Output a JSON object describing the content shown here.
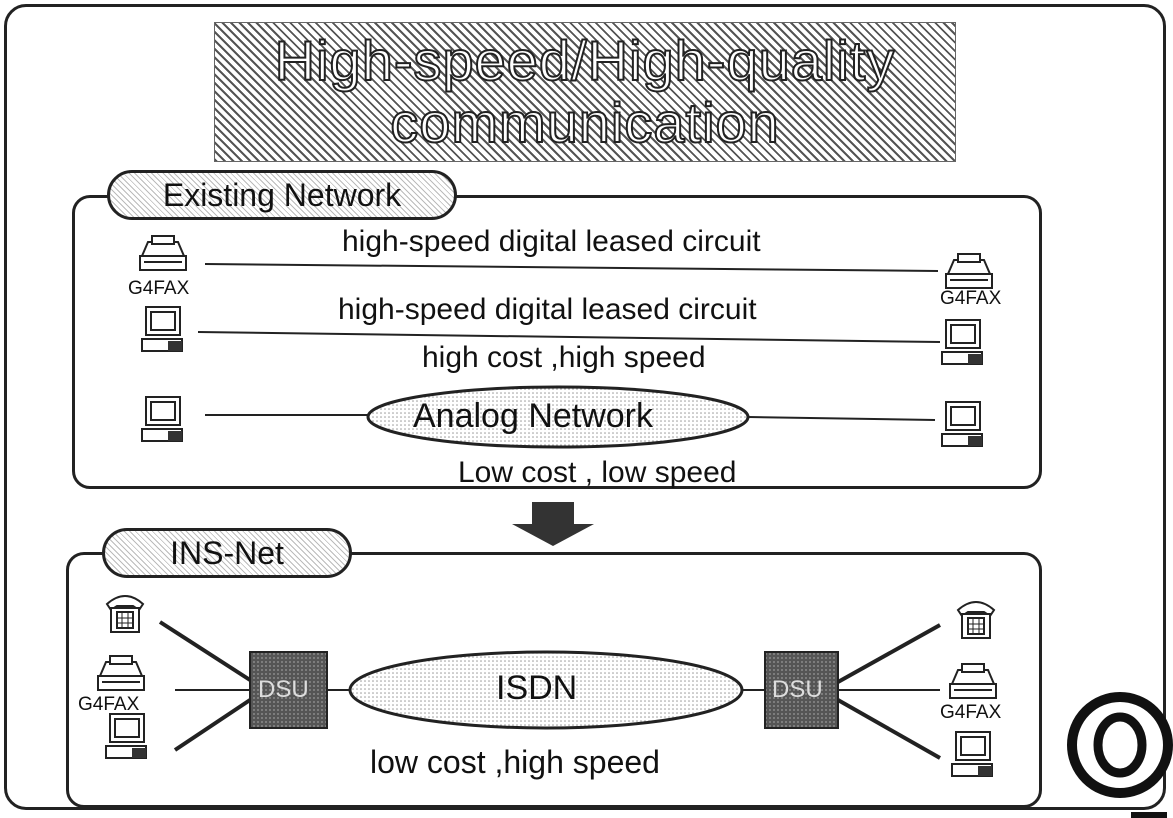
{
  "title": {
    "line1": "High-speed/High-quality",
    "line2": "communication"
  },
  "existing": {
    "label": "Existing Network",
    "fax_label_left": "G4FAX",
    "fax_label_right": "G4FAX",
    "line1_label": "high-speed digital leased circuit",
    "line2_label": "high-speed digital leased circuit",
    "line2_note": "high cost ,high speed",
    "analog_label": "Analog Network",
    "analog_note": "Low cost , low speed"
  },
  "ins": {
    "label": "INS-Net",
    "fax_label_left": "G4FAX",
    "fax_label_right": "G4FAX",
    "dsu_left": "DSU",
    "dsu_right": "DSU",
    "isdn_label": "ISDN",
    "note": "low cost ,high speed"
  },
  "icons": [
    "fax-icon",
    "computer-icon",
    "telephone-icon",
    "down-arrow-icon",
    "ntt-logo-icon"
  ]
}
